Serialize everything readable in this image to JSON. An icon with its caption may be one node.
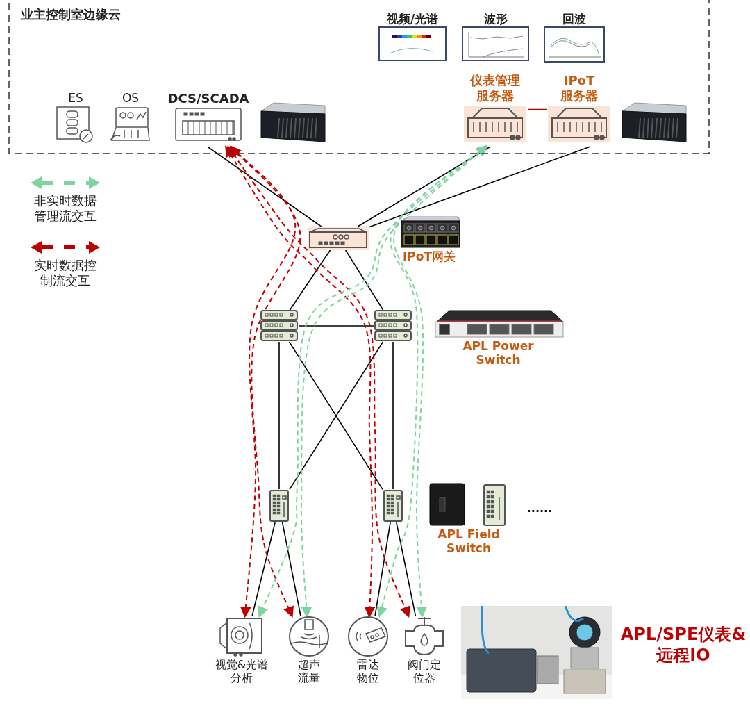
{
  "diagram": {
    "nodes": [
      {
        "text": [
          "业主控制室边缘云"
        ]
      },
      {
        "text": [
          "ES"
        ],
        "in": 0
      },
      {
        "text": [
          "OS"
        ],
        "in": 0
      },
      {
        "text": [
          "DCS/SCADA"
        ],
        "in": 0
      },
      {
        "text": [
          "视频/光谱"
        ],
        "in": 0
      },
      {
        "text": [
          "波形"
        ],
        "in": 0
      },
      {
        "text": [
          "回波"
        ],
        "in": 0
      },
      {
        "text": [
          "仪表管理服务器"
        ],
        "in": 0
      },
      {
        "text": [
          "IPoT服务器"
        ],
        "in": 0
      },
      {
        "text": [],
        "shape": "box"
      },
      {
        "text": [
          "IPoT网关"
        ]
      },
      {
        "text": [],
        "shape": "box"
      },
      {
        "text": [],
        "shape": "box"
      },
      {
        "text": [
          "APL Power Switch"
        ]
      },
      {
        "text": [],
        "shape": "box"
      },
      {
        "text": [],
        "shape": "box"
      },
      {
        "text": [
          "APL Field Switch"
        ]
      },
      {
        "text": [
          "视觉&光谱分析"
        ]
      },
      {
        "text": [
          "超声流量"
        ]
      },
      {
        "text": [
          "雷达物位"
        ]
      },
      {
        "text": [
          "阀门定位器"
        ]
      }
    ],
    "edges": [
      {
        "from": 3,
        "to": 9,
        "arrow": "none"
      },
      {
        "from": 7,
        "to": 9,
        "arrow": "none"
      },
      {
        "from": 8,
        "to": 9,
        "arrow": "none"
      },
      {
        "from": 7,
        "to": 8,
        "arrow": "none",
        "color": "#c00000"
      },
      {
        "from": 9,
        "to": 11,
        "arrow": "none"
      },
      {
        "from": 9,
        "to": 12,
        "arrow": "none"
      },
      {
        "from": 11,
        "to": 12,
        "arrow": "none"
      },
      {
        "from": 11,
        "to": 14,
        "arrow": "none"
      },
      {
        "from": 11,
        "to": 15,
        "arrow": "none"
      },
      {
        "from": 12,
        "to": 14,
        "arrow": "none"
      },
      {
        "from": 12,
        "to": 15,
        "arrow": "none"
      },
      {
        "from": 14,
        "to": 17,
        "arrow": "none"
      },
      {
        "from": 14,
        "to": 18,
        "arrow": "none"
      },
      {
        "from": 15,
        "to": 19,
        "arrow": "none"
      },
      {
        "from": 15,
        "to": 20,
        "arrow": "none"
      },
      {
        "from": 3,
        "to": 17,
        "arrow": "both",
        "style": "dashed",
        "color": "#c00000"
      },
      {
        "from": 3,
        "to": 18,
        "arrow": "both",
        "style": "dashed",
        "color": "#c00000"
      },
      {
        "from": 3,
        "to": 19,
        "arrow": "both",
        "style": "dashed",
        "color": "#c00000"
      },
      {
        "from": 3,
        "to": 20,
        "arrow": "both",
        "style": "dashed",
        "color": "#c00000"
      },
      {
        "from": 7,
        "to": 17,
        "arrow": "both",
        "style": "dashed",
        "color": "#7fd4a0"
      },
      {
        "from": 7,
        "to": 18,
        "arrow": "both",
        "style": "dashed",
        "color": "#7fd4a0"
      },
      {
        "from": 7,
        "to": 19,
        "arrow": "both",
        "style": "dashed",
        "color": "#7fd4a0"
      },
      {
        "from": 7,
        "to": 20,
        "arrow": "both",
        "style": "dashed",
        "color": "#7fd4a0"
      }
    ],
    "labels": [
      "......",
      "APL/SPE仪表&远程IO"
    ],
    "legend": [
      {
        "text": "非实时数据管理流交互"
      },
      {
        "text": "实时数据控制流交互"
      }
    ]
  }
}
